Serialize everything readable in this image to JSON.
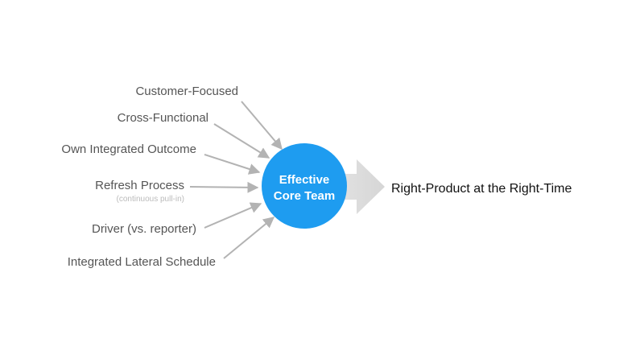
{
  "inputs": [
    {
      "label": "Customer-Focused"
    },
    {
      "label": "Cross-Functional"
    },
    {
      "label": "Own Integrated Outcome"
    },
    {
      "label": "Refresh Process",
      "sublabel": "(continuous pull-in)"
    },
    {
      "label": "Driver (vs. reporter)"
    },
    {
      "label": "Integrated Lateral Schedule"
    }
  ],
  "core": {
    "line1": "Effective",
    "line2": "Core Team"
  },
  "output": {
    "label": "Right-Product at the Right-Time"
  },
  "colors": {
    "circle": "#1e9cf0",
    "arrow": "#b3b3b3",
    "big_arrow": "#dedede",
    "label": "#555555",
    "sublabel": "#bbbbbb",
    "output_text": "#111111"
  }
}
